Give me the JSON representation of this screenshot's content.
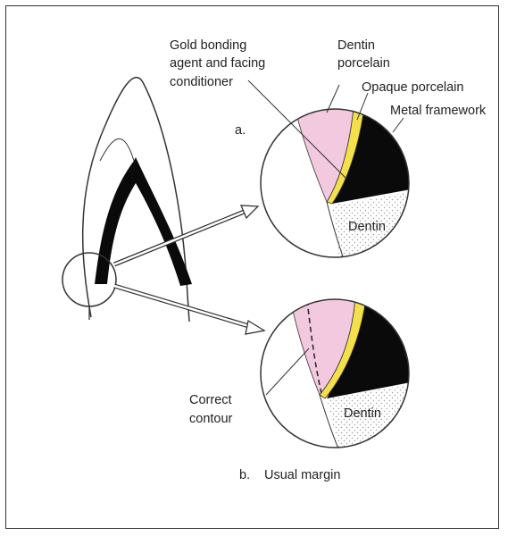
{
  "labels": {
    "gold_bonding_line1": "Gold bonding",
    "gold_bonding_line2": "agent and facing",
    "gold_bonding_line3": "conditioner",
    "dentin_porcelain_line1": "Dentin",
    "dentin_porcelain_line2": "porcelain",
    "opaque_porcelain": "Opaque porcelain",
    "metal_framework": "Metal framework",
    "panel_a": "a.",
    "dentin_a": "Dentin",
    "dentin_b": "Dentin",
    "correct_contour_line1": "Correct",
    "correct_contour_line2": "contour",
    "panel_b": "b.",
    "panel_b_caption": "Usual margin"
  },
  "colors": {
    "dentin_porcelain": "#f2c9de",
    "opaque_porcelain": "#f4e04a",
    "metal": "#0a0a0a",
    "outline": "#333333",
    "stipple": "#9a9a9a"
  }
}
